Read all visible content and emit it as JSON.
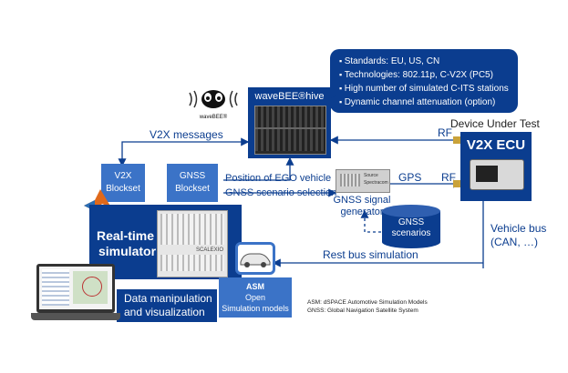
{
  "callout": {
    "items": [
      "Standards: EU, US, CN",
      "Technologies: 802.11p, C-V2X (PC5)",
      "High number of  simulated C-ITS stations",
      "Dynamic channel attenuation (option)"
    ]
  },
  "wavebee": {
    "title": "waveBEE®hive",
    "logo_text": "waveBEE®"
  },
  "dut": {
    "label": "Device Under Test",
    "ecu_title": "V2X ECU"
  },
  "edges": {
    "v2x_messages": "V2X messages",
    "rf_top": "RF",
    "rf_mid": "RF",
    "gps": "GPS",
    "position_ego": "Position of EGO vehicle",
    "gnss_scenario_selection": "GNSS scenario selection",
    "rest_bus": "Rest bus simulation",
    "vehicle_bus_line1": "Vehicle bus",
    "vehicle_bus_line2": "(CAN, …)"
  },
  "blocksets": {
    "v2x_line1": "V2X",
    "v2x_line2": "Blockset",
    "gnss_line1": "GNSS",
    "gnss_line2": "Blockset"
  },
  "simulator": {
    "line1": "Real-time",
    "line2": "simulator",
    "scalexio": "SCALEXIO"
  },
  "gnss_gen": {
    "line1": "GNSS signal",
    "line2": "generator",
    "device_text1": "Source",
    "device_text2": "Spectracom"
  },
  "gnss_scenarios": {
    "line1": "GNSS",
    "line2": "scenarios"
  },
  "asm": {
    "line1": "ASM",
    "line2": "Open",
    "line3": "Simulation models"
  },
  "data_manip": {
    "line1": "Data manipulation",
    "line2": "and visualization"
  },
  "footnote": {
    "line1": "ASM: dSPACE Automotive Simulation Models",
    "line2": "GNSS: Global Navigation Satellite System"
  },
  "colors": {
    "navy": "#0b3d8f",
    "light_blue": "#3b73c7",
    "text_blue": "#0b3d8f"
  }
}
